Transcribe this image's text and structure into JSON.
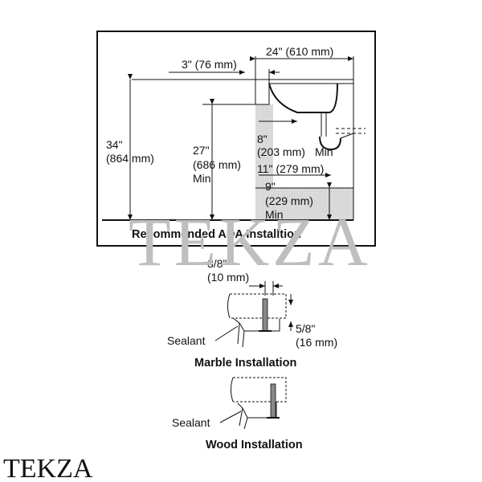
{
  "ada": {
    "caption": "Recommended ADA Installtion",
    "dim_width_total": "24\" (610 mm)",
    "dim_front_offset": "3\" (76 mm)",
    "dim_height_in": "34\"",
    "dim_height_mm": "(864 mm)",
    "dim_knee_in": "27\"",
    "dim_knee_mm": "(686 mm)",
    "dim_knee_min": "Min",
    "dim_8_in": "8\"",
    "dim_8_mm": "(203 mm)",
    "dim_8_min": "Min",
    "dim_11": "11\" (279 mm)",
    "dim_9_in": "9\"",
    "dim_9_mm": "(229 mm)",
    "dim_9_min": "Min"
  },
  "marble": {
    "caption": "Marble Installation",
    "dim_offset_in": "3/8\"",
    "dim_offset_mm": "(10 mm)",
    "dim_thick_in": "5/8\"",
    "dim_thick_mm": "(16 mm)",
    "sealant": "Sealant"
  },
  "wood": {
    "caption": "Wood Installation",
    "sealant": "Sealant"
  },
  "watermark": "TEKZA",
  "brand": "TEKZA"
}
